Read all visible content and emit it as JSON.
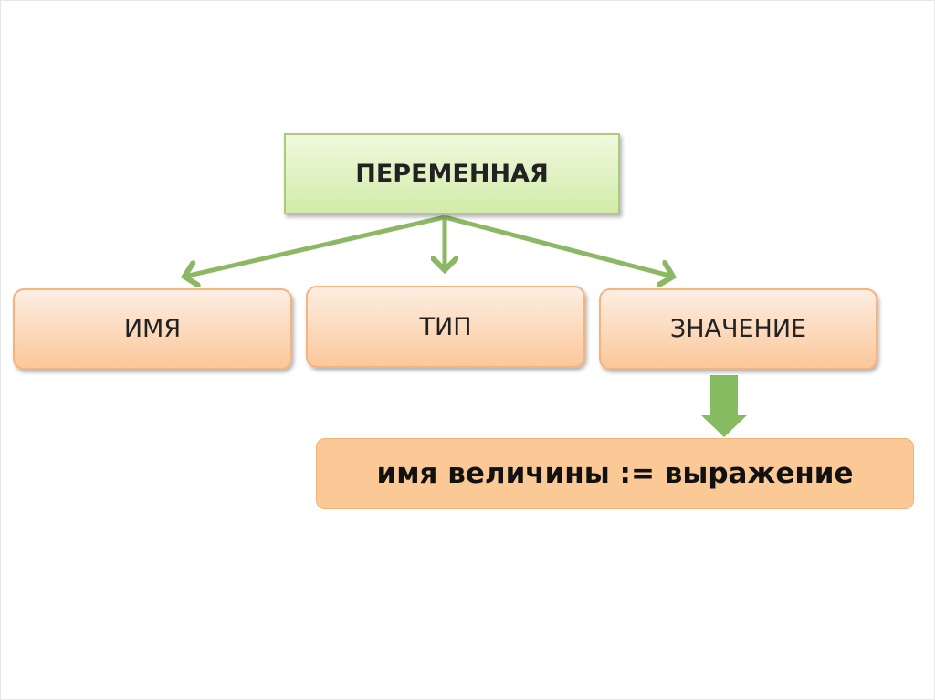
{
  "diagram": {
    "root": "ПЕРЕМЕННАЯ",
    "children": [
      "ИМЯ",
      "ТИП",
      "ЗНАЧЕНИЕ"
    ],
    "assignment": "имя величины := выражение"
  },
  "colors": {
    "green": "#8cb864",
    "orange": "#fac995",
    "root_fill": "#d2ebaa"
  }
}
